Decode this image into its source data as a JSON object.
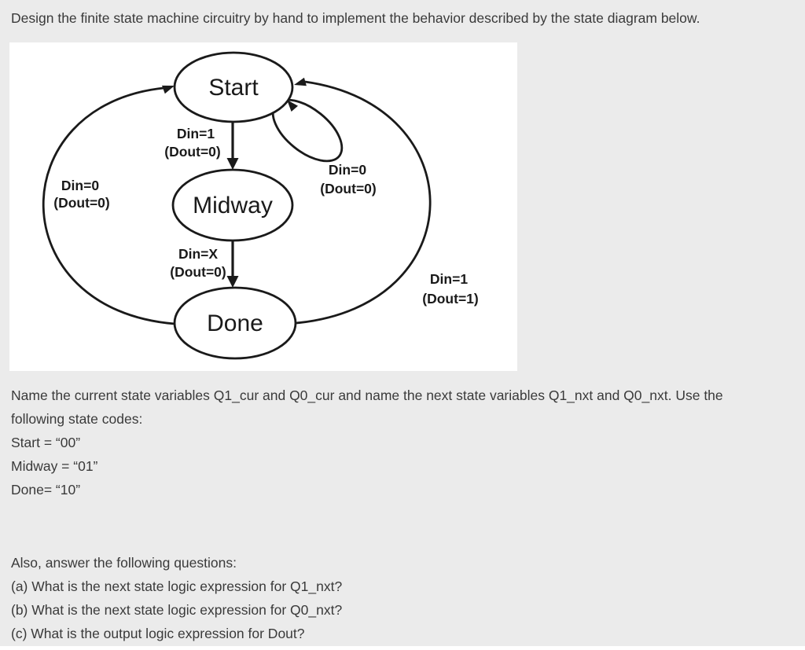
{
  "colors": {
    "page_background": "#ebebeb",
    "panel_background": "#ffffff",
    "diagram_ink": "#1a1a1a",
    "body_text": "#3a3a3a"
  },
  "title": "Design the finite state machine circuitry by hand to implement the behavior described by the state diagram below.",
  "diagram": {
    "states": [
      {
        "name": "Start"
      },
      {
        "name": "Midway"
      },
      {
        "name": "Done"
      }
    ],
    "transitions": [
      {
        "from": "Start",
        "to": "Midway",
        "line1": "Din=1",
        "line2": "(Dout=0)"
      },
      {
        "from": "Start",
        "to": "Start",
        "line1": "Din=0",
        "line2": "(Dout=0)"
      },
      {
        "from": "Midway",
        "to": "Done",
        "line1": "Din=X",
        "line2": "(Dout=0)"
      },
      {
        "from": "Done",
        "to": "Start",
        "line1": "Din=0",
        "line2": "(Dout=0)"
      },
      {
        "from": "Done",
        "to": "Start",
        "line1": "Din=1",
        "line2": "(Dout=1)"
      }
    ]
  },
  "body": {
    "paragraph_lines": [
      "Name the current state variables Q1_cur and Q0_cur and name the next state variables Q1_nxt and Q0_nxt. Use the",
      "following state codes:"
    ],
    "state_codes": [
      "Start = “00”",
      "Midway = “01”",
      "Done= “10”"
    ],
    "questions_intro": "Also, answer the following questions:",
    "questions": [
      "(a) What is the next state logic expression for Q1_nxt?",
      "(b) What is the next state logic expression for Q0_nxt?",
      "(c) What is the output logic expression for Dout?"
    ]
  }
}
